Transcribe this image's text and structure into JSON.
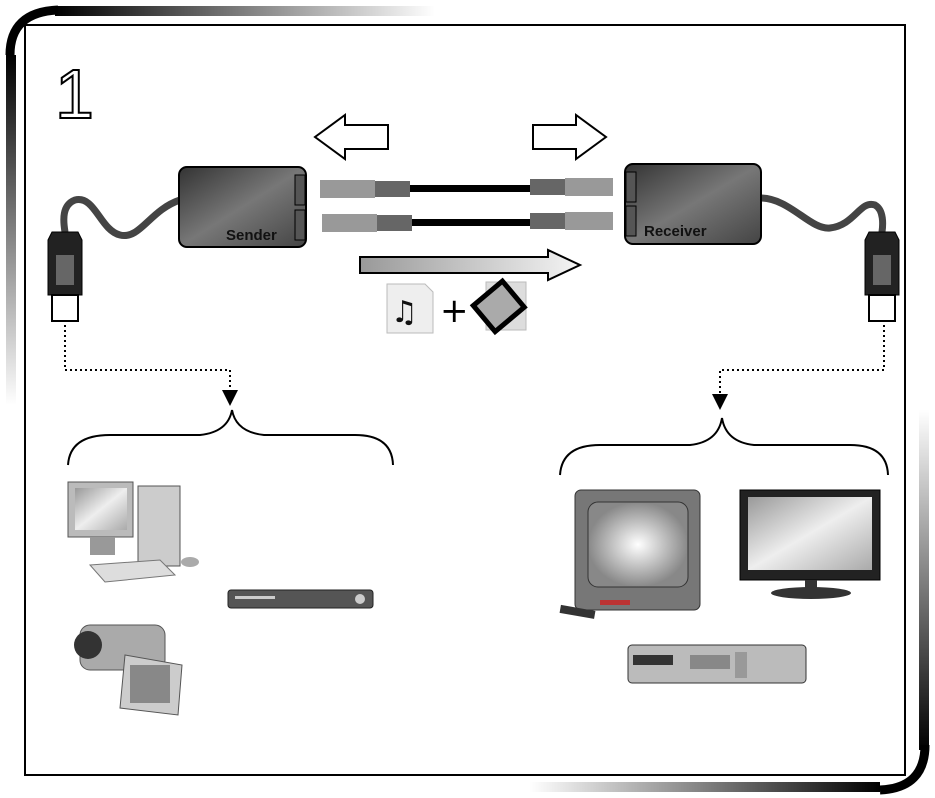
{
  "step_number": "1",
  "sender": {
    "label": "Sender"
  },
  "receiver": {
    "label": "Receiver"
  },
  "colors": {
    "frame": "#000000",
    "device_dark": "#3a3a3a",
    "device_light": "#8a8a8a",
    "arrow_fill": "#d8d8d8"
  }
}
